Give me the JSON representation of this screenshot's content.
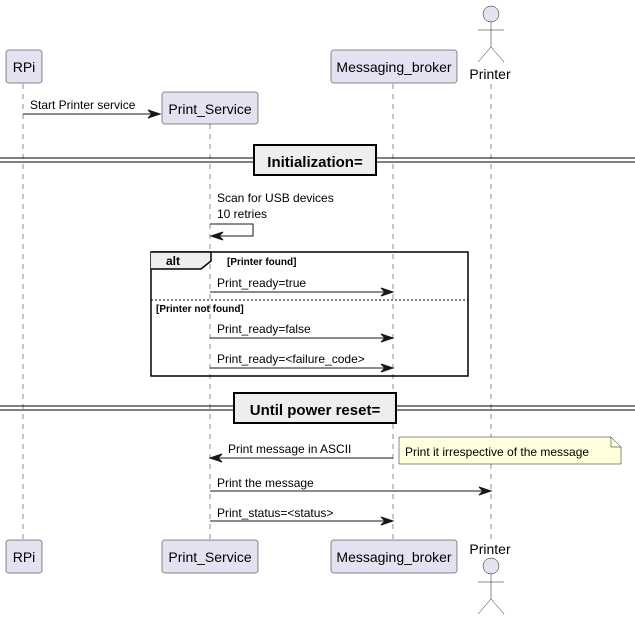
{
  "participants": {
    "rpi": "RPi",
    "print_service": "Print_Service",
    "broker": "Messaging_broker",
    "printer": "Printer"
  },
  "messages": {
    "start_service": "Start Printer service",
    "scan_line1": "Scan for USB devices",
    "scan_line2": "10 retries",
    "ready_true": "Print_ready=true",
    "ready_false": "Print_ready=false",
    "ready_failure": "Print_ready=<failure_code>",
    "print_ascii": "Print message in ASCII",
    "print_message": "Print the message",
    "print_status": "Print_status=<status>"
  },
  "dividers": {
    "initialization": "Initialization=",
    "until_reset": "Until power reset="
  },
  "alt": {
    "keyword": "alt",
    "guard_found": "[Printer found]",
    "guard_not_found": "[Printer not found]"
  },
  "note": {
    "text": "Print it irrespective of the message"
  },
  "colors": {
    "participant_fill": "#E2E2F0",
    "note_fill": "#FEFFDD",
    "divider_fill": "#EEEEEE",
    "line": "#181818"
  }
}
